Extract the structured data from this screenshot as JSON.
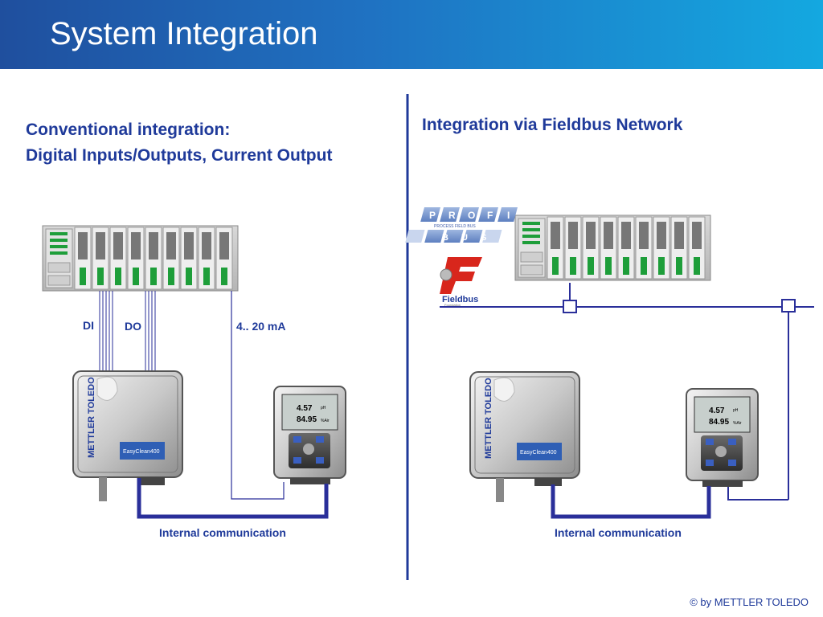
{
  "slide": {
    "title": "System Integration",
    "footer": "© by METTLER TOLEDO"
  },
  "left": {
    "heading_line1": "Conventional integration:",
    "heading_line2": "Digital Inputs/Outputs, Current Output",
    "label_di": "DI",
    "label_do": "DO",
    "label_current": "4.. 20 mA",
    "label_internal": "Internal communication"
  },
  "right": {
    "heading": "Integration via Fieldbus Network",
    "label_internal": "Internal communication"
  },
  "devices": {
    "controller_brand": "METTLER TOLEDO",
    "controller_model": "EasyClean400",
    "transmitter_value1": "4.57",
    "transmitter_unit1": "pH",
    "transmitter_value2": "84.95",
    "transmitter_unit2": "%Air"
  },
  "logos": {
    "profibus_letters_top": [
      "P",
      "R",
      "O",
      "F",
      "I"
    ],
    "profibus_subtitle": "PROCESS FIELD BUS",
    "profibus_letters_bottom": [
      "B",
      "U",
      "S"
    ],
    "fieldbus_name": "Fieldbus",
    "fieldbus_sub": "Foundation"
  },
  "colors": {
    "accent": "#1f3a9a",
    "plc_green": "#1e9e3a",
    "line_blue": "#2a2f9a"
  }
}
